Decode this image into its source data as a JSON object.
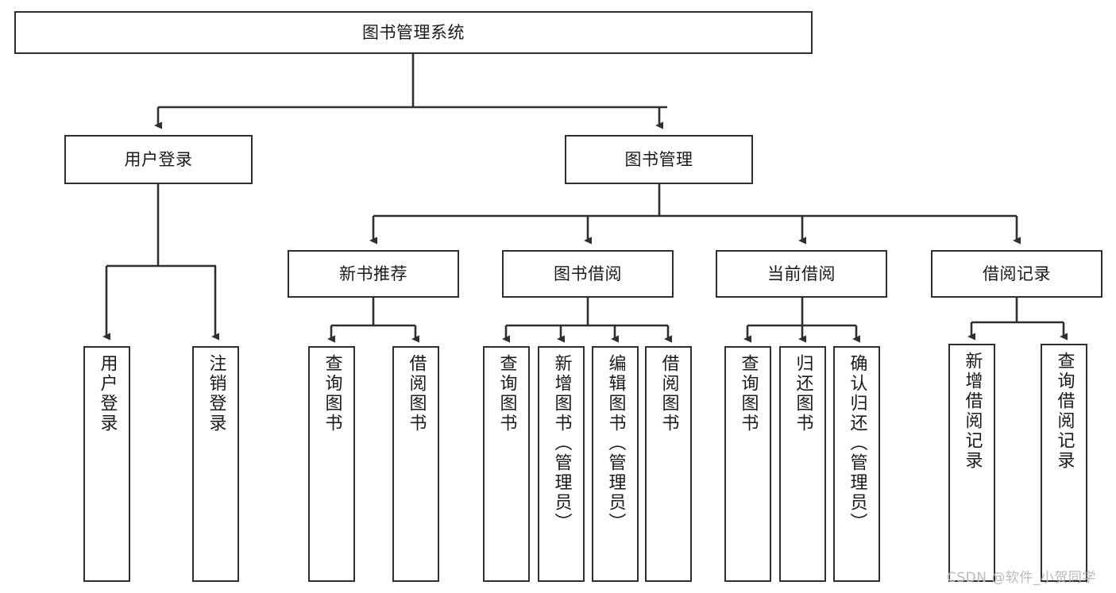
{
  "diagram": {
    "title": "图书管理系统",
    "type": "tree-hierarchy-chart",
    "root": {
      "id": "root",
      "label": "图书管理系统"
    },
    "level2": [
      {
        "id": "user-login",
        "label": "用户登录"
      },
      {
        "id": "book-manage",
        "label": "图书管理"
      }
    ],
    "level3": [
      {
        "id": "new-book-recommend",
        "label": "新书推荐",
        "parent": "book-manage"
      },
      {
        "id": "book-borrow",
        "label": "图书借阅",
        "parent": "book-manage"
      },
      {
        "id": "current-borrow",
        "label": "当前借阅",
        "parent": "book-manage"
      },
      {
        "id": "borrow-record",
        "label": "借阅记录",
        "parent": "book-manage"
      }
    ],
    "leaves": [
      {
        "id": "leaf-user-login",
        "label": "用户登录",
        "parent": "user-login"
      },
      {
        "id": "leaf-user-logout",
        "label": "注销登录",
        "parent": "user-login"
      },
      {
        "id": "leaf-query-book-1",
        "label": "查询图书",
        "parent": "new-book-recommend"
      },
      {
        "id": "leaf-borrow-book-1",
        "label": "借阅图书",
        "parent": "new-book-recommend"
      },
      {
        "id": "leaf-query-book-2",
        "label": "查询图书",
        "parent": "book-borrow"
      },
      {
        "id": "leaf-add-book",
        "label": "新增图书（管理员）",
        "parent": "book-borrow"
      },
      {
        "id": "leaf-edit-book",
        "label": "编辑图书（管理员）",
        "parent": "book-borrow"
      },
      {
        "id": "leaf-borrow-book-2",
        "label": "借阅图书",
        "parent": "book-borrow"
      },
      {
        "id": "leaf-query-book-3",
        "label": "查询图书",
        "parent": "current-borrow"
      },
      {
        "id": "leaf-return-book",
        "label": "归还图书",
        "parent": "current-borrow"
      },
      {
        "id": "leaf-confirm-return",
        "label": "确认归还（管理员）",
        "parent": "current-borrow"
      },
      {
        "id": "leaf-add-record",
        "label": "新增借阅记录",
        "parent": "borrow-record"
      },
      {
        "id": "leaf-query-record",
        "label": "查询借阅记录",
        "parent": "borrow-record"
      }
    ],
    "colors": {
      "stroke": "#2f2f2f",
      "fill": "#ffffff",
      "text": "#1a1a1a",
      "watermark": "#b9b9b9"
    }
  },
  "watermark": {
    "text": "CSDN @软件_小贺同学"
  }
}
